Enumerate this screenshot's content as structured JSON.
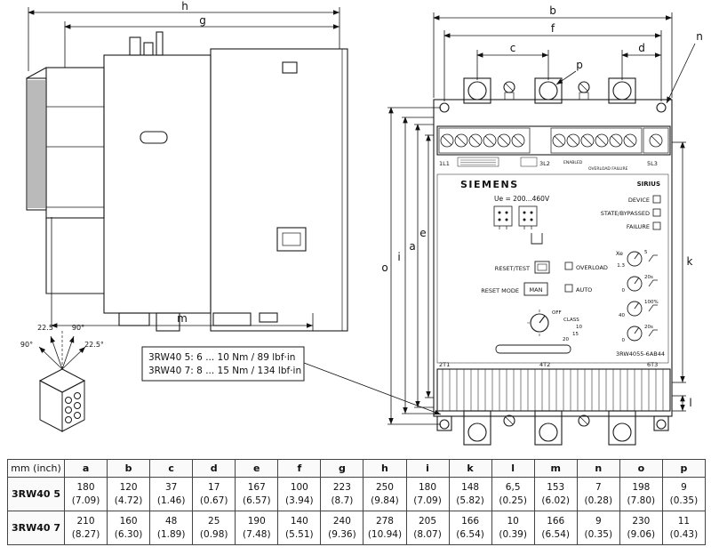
{
  "drawing": {
    "side_view": {
      "dim_h": "h",
      "dim_g": "g",
      "dim_m": "m",
      "angles": [
        "90°",
        "22.5°",
        "90°",
        "22.5°"
      ],
      "torque_note_line1": "3RW40 5:  6 ... 10 Nm / 89 lbf·in",
      "torque_note_line2": "3RW40 7:  8 ... 15 Nm / 134 lbf·in"
    },
    "front_view": {
      "dim_b": "b",
      "dim_f": "f",
      "dim_c": "c",
      "dim_d": "d",
      "dim_p": "p",
      "dim_n": "n",
      "dim_o": "o",
      "dim_i": "i",
      "dim_a": "a",
      "dim_e": "e",
      "dim_k": "k",
      "dim_l": "l",
      "brand": "SIEMENS",
      "series": "SIRIUS",
      "voltage": "Ue = 200...460V",
      "leds": [
        "DEVICE",
        "STATE/BYPASSED",
        "FAILURE"
      ],
      "terminals_top": [
        "1L1",
        "3L2",
        "5L3"
      ],
      "terminals_bottom": [
        "2T1",
        "4T2",
        "6T3"
      ],
      "small_print": [
        "ENABLED",
        "OVERLOAD FAILURE"
      ],
      "controls": {
        "reset_test": "RESET/TEST",
        "reset_mode": "RESET MODE",
        "man": "MAN",
        "overload": "OVERLOAD",
        "auto": "AUTO",
        "off": "OFF",
        "class_label": "CLASS",
        "class_values": [
          "10",
          "15",
          "20"
        ]
      },
      "dials": [
        {
          "label": "Xe",
          "min": "1.3",
          "max": "5"
        },
        {
          "label": "",
          "min": "0",
          "max": "20s"
        },
        {
          "label": "",
          "min": "40",
          "max": "100%"
        },
        {
          "label": "",
          "min": "0",
          "max": "20s"
        }
      ],
      "model": "3RW4055-6AB44"
    }
  },
  "table": {
    "unit_header": "mm (inch)",
    "columns": [
      "a",
      "b",
      "c",
      "d",
      "e",
      "f",
      "g",
      "h",
      "i",
      "k",
      "l",
      "m",
      "n",
      "o",
      "p"
    ],
    "rows": [
      {
        "label": "3RW40 5",
        "cells": [
          "180\n(7.09)",
          "120\n(4.72)",
          "37\n(1.46)",
          "17\n(0.67)",
          "167\n(6.57)",
          "100\n(3.94)",
          "223\n(8.7)",
          "250\n(9.84)",
          "180\n(7.09)",
          "148\n(5.82)",
          "6,5\n(0.25)",
          "153\n(6.02)",
          "7\n(0.28)",
          "198\n(7.80)",
          "9\n(0.35)"
        ]
      },
      {
        "label": "3RW40 7",
        "cells": [
          "210\n(8.27)",
          "160\n(6.30)",
          "48\n(1.89)",
          "25\n(0.98)",
          "190\n(7.48)",
          "140\n(5.51)",
          "240\n(9.36)",
          "278\n(10.94)",
          "205\n(8.07)",
          "166\n(6.54)",
          "10\n(0.39)",
          "166\n(6.54)",
          "9\n(0.35)",
          "230\n(9.06)",
          "11\n(0.43)"
        ]
      }
    ]
  }
}
